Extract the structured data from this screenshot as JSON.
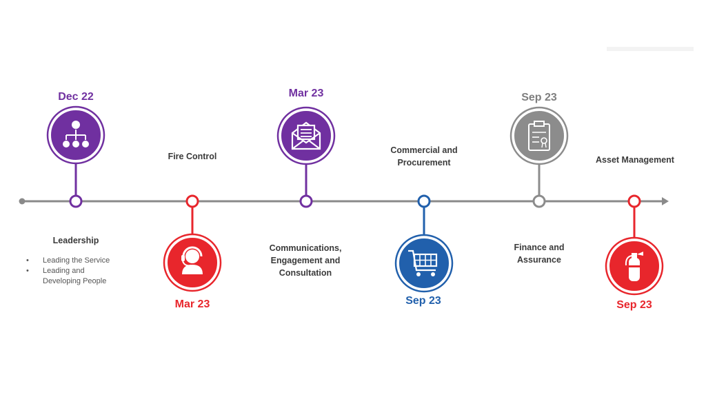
{
  "colors": {
    "purple": "#7030a0",
    "red": "#e8262c",
    "blue": "#2160ac",
    "gray": "#8c8c8c",
    "axis": "#8a8a8a"
  },
  "milestones": [
    {
      "title": "Leadership",
      "date": "Dec 22",
      "color": "purple",
      "icon": "org-chart-icon",
      "bullets": [
        "Leading the Service",
        "Leading and Developing People"
      ]
    },
    {
      "title": "Fire Control",
      "date": "Mar 23",
      "color": "red",
      "icon": "headset-operator-icon"
    },
    {
      "title": "Communications, Engagement and Consultation",
      "date": "Mar 23",
      "color": "purple",
      "icon": "envelope-icon"
    },
    {
      "title": "Commercial and Procurement",
      "date": "Sep 23",
      "color": "blue",
      "icon": "shopping-cart-icon"
    },
    {
      "title": "Finance and Assurance",
      "date": "Sep 23",
      "color": "gray",
      "icon": "clipboard-certificate-icon"
    },
    {
      "title": "Asset Management",
      "date": "Sep 23",
      "color": "red",
      "icon": "fire-extinguisher-icon"
    }
  ]
}
